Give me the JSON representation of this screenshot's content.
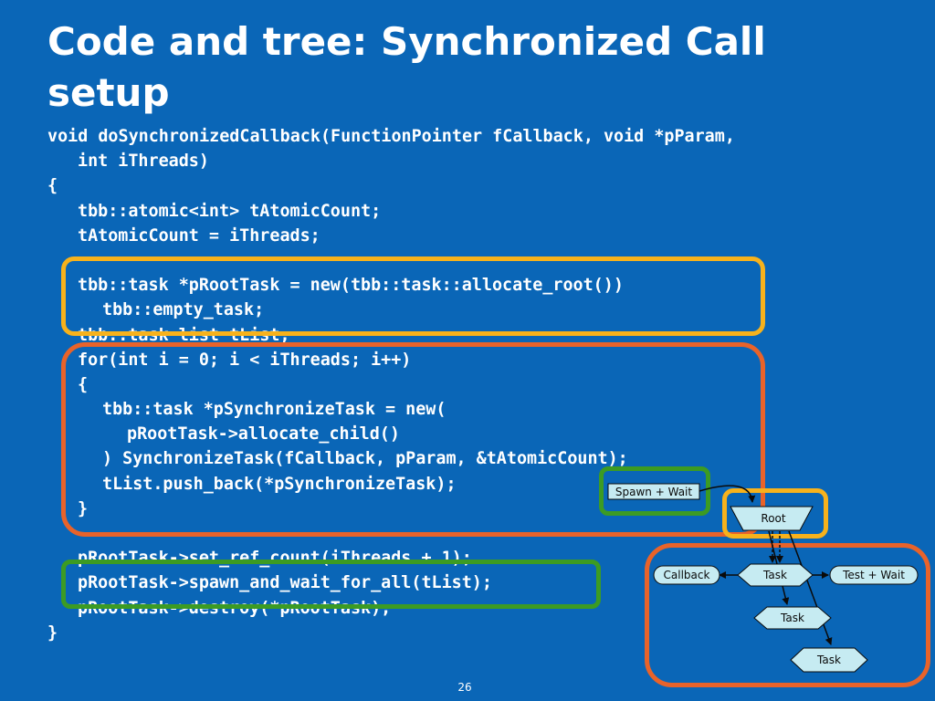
{
  "slide": {
    "title": "Code and tree: Synchronized Call setup",
    "page_number": "26"
  },
  "code_lines": [
    {
      "indent": 0,
      "text": "void doSynchronizedCallback(FunctionPointer fCallback, void *pParam,"
    },
    {
      "indent": 1,
      "text": "int iThreads)"
    },
    {
      "indent": 0,
      "text": "{"
    },
    {
      "indent": 1,
      "text": "tbb::atomic<int> tAtomicCount;"
    },
    {
      "indent": 1,
      "text": "tAtomicCount = iThreads;"
    },
    {
      "indent": 0,
      "text": ""
    },
    {
      "indent": 1,
      "text": "tbb::task *pRootTask = new(tbb::task::allocate_root())"
    },
    {
      "indent": 2,
      "text": "tbb::empty_task;"
    },
    {
      "indent": 1,
      "text": "tbb::task_list tList;"
    },
    {
      "indent": 1,
      "text": "for(int i = 0; i < iThreads; i++)"
    },
    {
      "indent": 1,
      "text": "{"
    },
    {
      "indent": 2,
      "text": "tbb::task *pSynchronizeTask = new("
    },
    {
      "indent": 3,
      "text": "pRootTask->allocate_child()"
    },
    {
      "indent": 2,
      "text": ") SynchronizeTask(fCallback, pParam, &tAtomicCount);"
    },
    {
      "indent": 2,
      "text": "tList.push_back(*pSynchronizeTask);"
    },
    {
      "indent": 1,
      "text": "}"
    },
    {
      "indent": 0,
      "text": ""
    },
    {
      "indent": 1,
      "text": "pRootTask->set_ref_count(iThreads + 1);"
    },
    {
      "indent": 1,
      "text": "pRootTask->spawn_and_wait_for_all(tList);"
    },
    {
      "indent": 1,
      "text": "pRootTask->destroy(*pRootTask);"
    },
    {
      "indent": 0,
      "text": "}"
    }
  ],
  "diagram": {
    "spawn_wait_label": "Spawn + Wait",
    "root_label": "Root",
    "callback_label": "Callback",
    "task_label": "Task",
    "test_wait_label": "Test + Wait",
    "task2_label": "Task",
    "task3_label": "Task"
  },
  "colors": {
    "background": "#0a66b7",
    "highlight_yellow": "#f7b21c",
    "highlight_orange": "#e8632a",
    "highlight_green": "#3c9b23",
    "node_fill": "#c6ebf2"
  }
}
